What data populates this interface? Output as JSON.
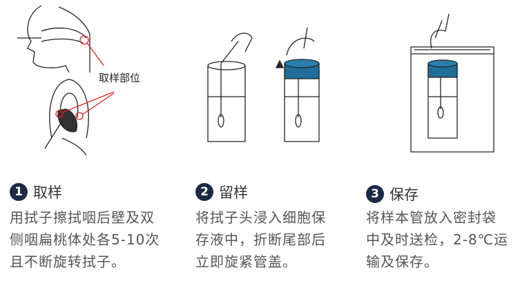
{
  "colors": {
    "cap": "#1f6e99",
    "marker": "#e02020",
    "badge": "#1c2a44"
  },
  "sample_site_label": "取样部位",
  "steps": [
    {
      "num": "1",
      "title": "取样",
      "lines": [
        "用拭子擦拭咽后壁及双",
        "侧咽扁桃体处各5-10次",
        "且不断旋转拭子。"
      ]
    },
    {
      "num": "2",
      "title": "留样",
      "lines": [
        "将拭子头浸入细胞保",
        "存液中，折断尾部后",
        "立即旋紧管盖。"
      ]
    },
    {
      "num": "3",
      "title": "保存",
      "lines": [
        "将样本管放入密封袋",
        "中及时送检，2-8℃运",
        "输及保存。"
      ]
    }
  ]
}
